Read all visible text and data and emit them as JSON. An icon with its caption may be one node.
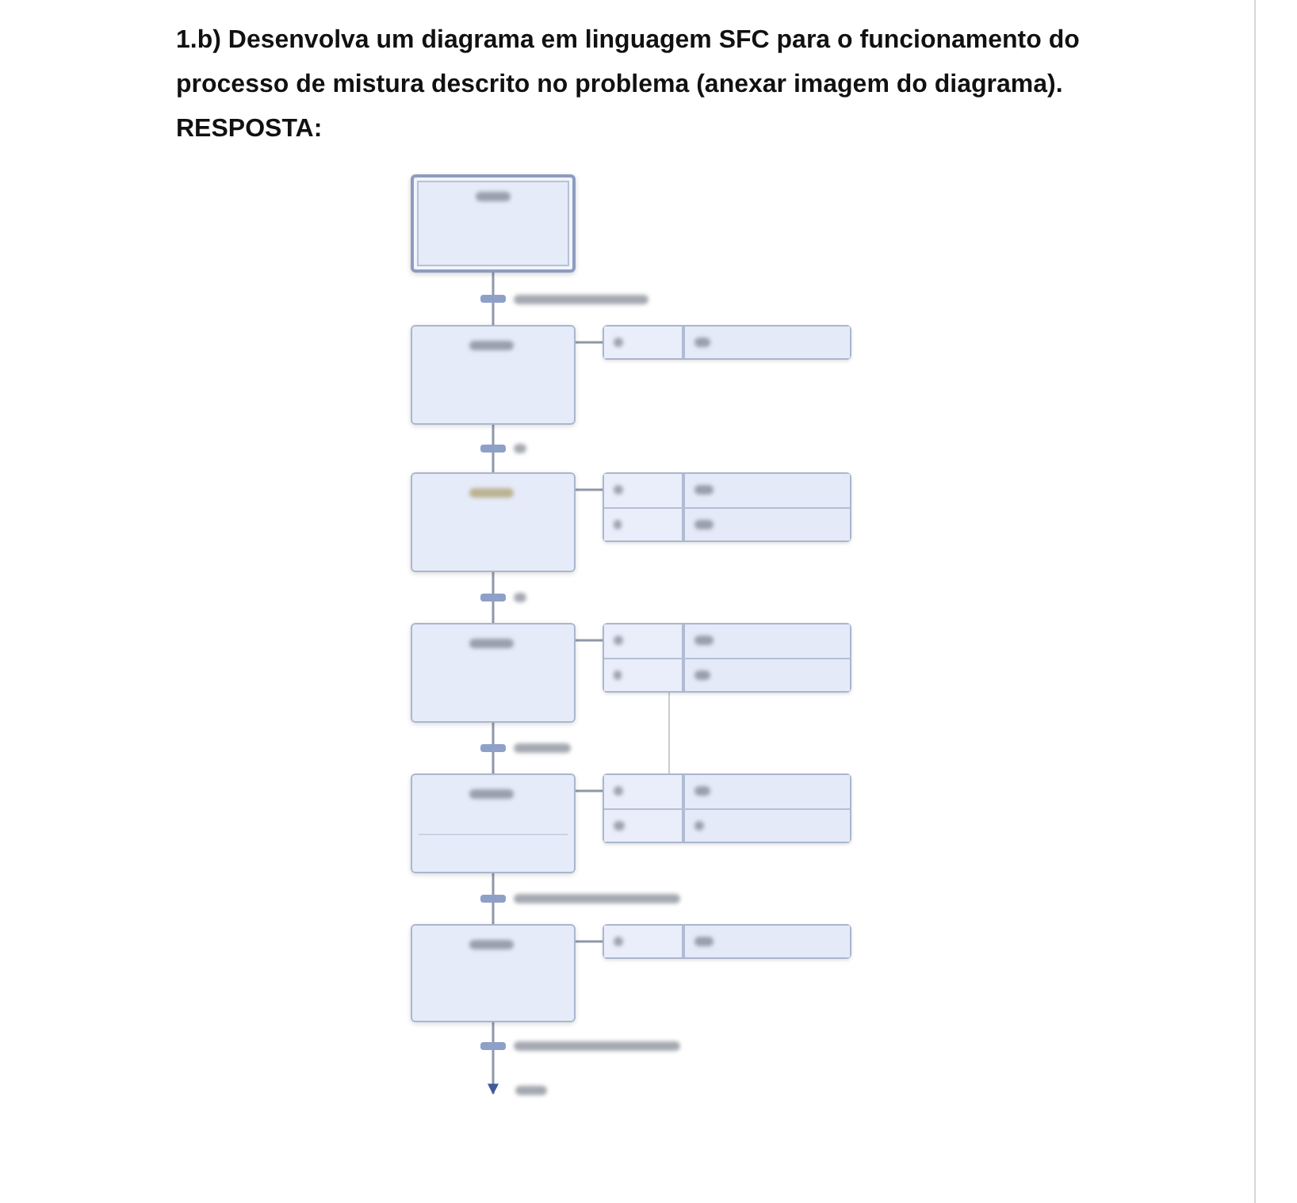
{
  "diagram": {
    "nodes": [
      {
        "text": [],
        "shape": "box"
      },
      {
        "text": [],
        "shape": "box"
      },
      {
        "text": [],
        "shape": "box"
      },
      {
        "text": [],
        "shape": "box"
      },
      {
        "text": [],
        "shape": "box"
      },
      {
        "text": [],
        "shape": "box"
      },
      {
        "text": [],
        "shape": "box"
      },
      {
        "text": [],
        "shape": "box"
      },
      {
        "text": [],
        "shape": "box"
      },
      {
        "text": [],
        "shape": "box"
      },
      {
        "text": [],
        "shape": "box"
      }
    ],
    "edges": [
      {
        "from": 0,
        "to": 1,
        "arrow": "none"
      },
      {
        "from": 1,
        "to": 2,
        "arrow": "none"
      },
      {
        "from": 1,
        "to": 3,
        "arrow": "none"
      },
      {
        "from": 3,
        "to": 4,
        "arrow": "none"
      },
      {
        "from": 3,
        "to": 5,
        "arrow": "none"
      },
      {
        "from": 5,
        "to": 6,
        "arrow": "none"
      },
      {
        "from": 5,
        "to": 7,
        "arrow": "none"
      },
      {
        "from": 6,
        "to": 8,
        "arrow": "none",
        "color": "#cccccc"
      },
      {
        "from": 7,
        "to": 8,
        "arrow": "none"
      },
      {
        "from": 7,
        "to": 9,
        "arrow": "none"
      },
      {
        "from": 9,
        "to": 10,
        "arrow": "none"
      },
      {
        "from": 9,
        "to": null,
        "arrow": "to"
      }
    ],
    "labels": [
      "1.b) Desenvolva um diagrama em linguagem SFC para o funcionamento do processo de mistura descrito no problema (anexar imagem do diagrama).",
      "RESPOSTA:"
    ]
  }
}
